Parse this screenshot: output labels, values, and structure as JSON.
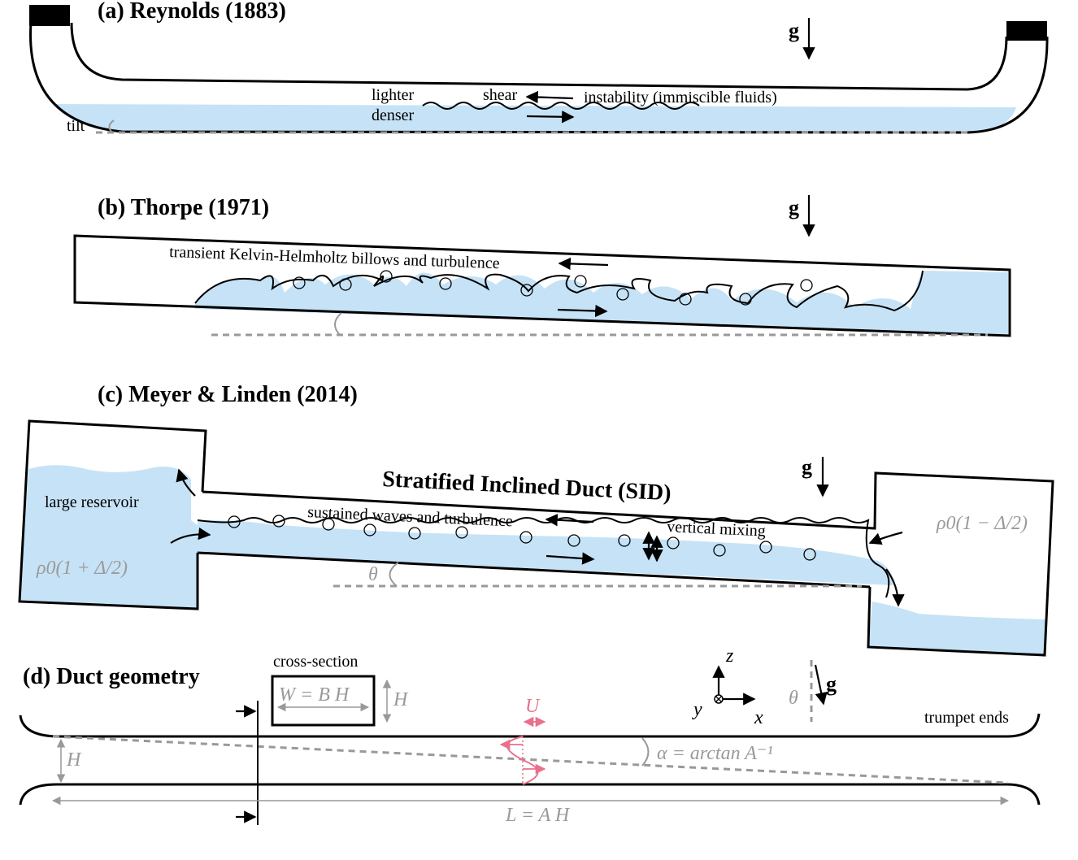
{
  "panels": {
    "a": {
      "title": "(a) Reynolds (1883)",
      "g": "g",
      "lighter": "lighter",
      "denser": "denser",
      "shear": "shear",
      "instability": "instability (immiscible fluids)",
      "tilt": "tilt"
    },
    "b": {
      "title": "(b) Thorpe (1971)",
      "g": "g",
      "billows": "transient Kelvin-Helmholtz billows and turbulence"
    },
    "c": {
      "title": "(c) Meyer & Linden (2014)",
      "g": "g",
      "sid": "Stratified Inclined Duct (SID)",
      "reservoir": "large reservoir",
      "waves": "sustained waves and turbulence",
      "mixing": "vertical mixing",
      "rho_left": "ρ0(1 + Δ/2)",
      "rho_right": "ρ0(1 − Δ/2)",
      "theta": "θ"
    },
    "d": {
      "title": "(d) Duct geometry",
      "cross_section": "cross-section",
      "width": "W = B H",
      "height": "H",
      "velocity": "U",
      "axis_z": "z",
      "axis_y": "y",
      "axis_x": "x",
      "theta": "θ",
      "g": "g",
      "trumpet": "trumpet ends",
      "alpha": "α = arctan A⁻¹",
      "height_left": "H",
      "length": "L = A H"
    }
  },
  "colors": {
    "water": "#c6e2f6",
    "annotation_grey": "#9a9a9a",
    "velocity_red": "#e8708a"
  }
}
